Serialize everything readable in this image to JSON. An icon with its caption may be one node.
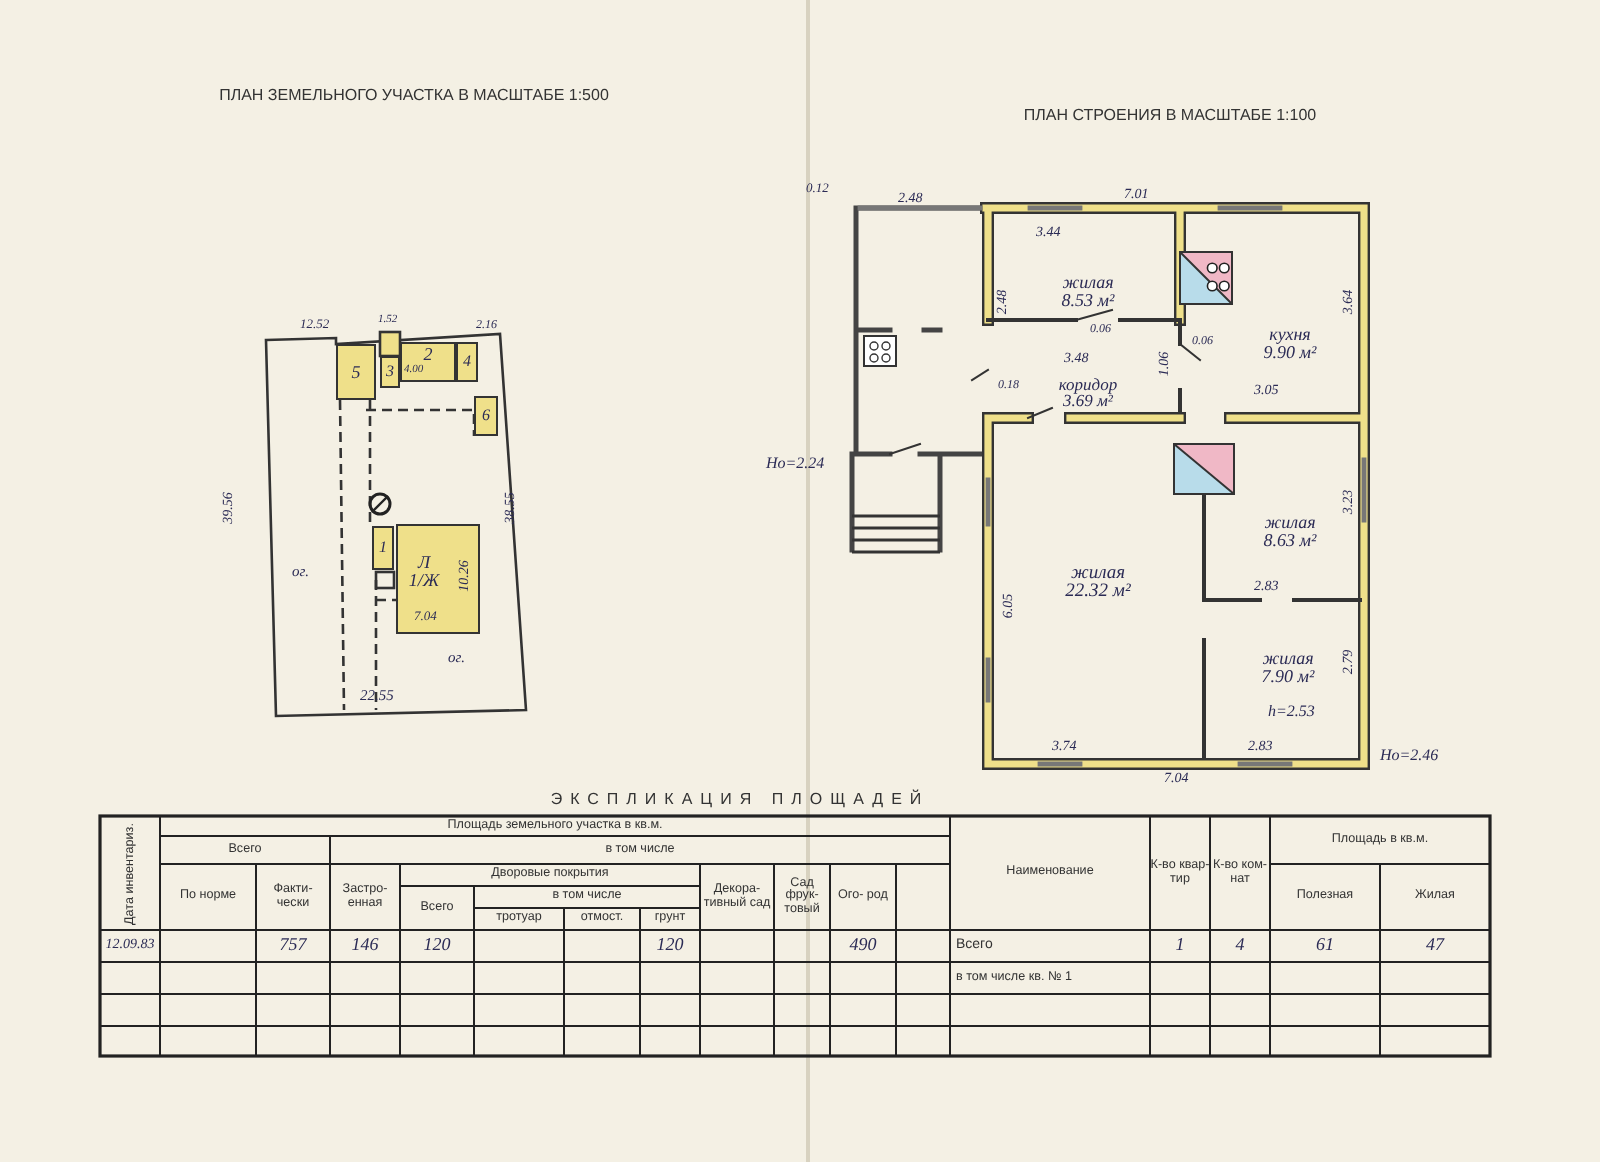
{
  "diagram": {
    "nodes": [
      {
        "text": [
          "5"
        ]
      },
      {
        "text": [
          "3"
        ]
      },
      {
        "text": [
          "2"
        ]
      },
      {
        "text": [
          "4"
        ]
      },
      {
        "text": [
          "6"
        ]
      },
      {
        "text": [
          "1"
        ]
      },
      {
        "text": [
          "Л",
          "1/Ж"
        ]
      },
      {
        "text": [
          "жилая",
          "8.53 м²"
        ]
      },
      {
        "text": [
          "кухня",
          "9.90 м²"
        ]
      },
      {
        "text": [
          "коридор",
          "3.69 м²"
        ]
      },
      {
        "text": [
          "жилая",
          "22.32 м²"
        ]
      },
      {
        "text": [
          "жилая",
          "8.63 м²"
        ]
      },
      {
        "text": [
          "жилая",
          "7.90 м²"
        ]
      }
    ],
    "labels": [
      "ПЛАН ЗЕМЕЛЬНОГО УЧАСТКА В МАСШТАБЕ 1:500",
      "ПЛАН СТРОЕНИЯ В МАСШТАБЕ 1:100",
      "12.52",
      "1.52",
      "2.16",
      "4.00",
      "39.56",
      "38.55",
      "ог.",
      "ог.",
      "22.55",
      "10.26",
      "7.04",
      "0.12",
      "2.48",
      "7.01",
      "3.44",
      "2.48",
      "0.06",
      "0.06",
      "3.48",
      "1.06",
      "0.18",
      "3.05",
      "3.64",
      "Но=2.24",
      "3.23",
      "6.05",
      "2.83",
      "2.79",
      "h=2.53",
      "3.74",
      "2.83",
      "7.04",
      "Но=2.46",
      "ЭКСПЛИКАЦИЯ ПЛОЩАДЕЙ",
      "Дата инвентариз.",
      "Площадь земельного участка в кв.м.",
      "Всего",
      "в том числе",
      "По норме",
      "Факти- чески",
      "Застро- енная",
      "Дворовые покрытия",
      "в том числе",
      "Всего",
      "тротуар",
      "отмост.",
      "грунт",
      "Декора- тивный сад",
      "Сад фрук- товый",
      "Ого- род",
      "Наименование",
      "К-во квар- тир",
      "К-во ком- нат",
      "Площадь в кв.м.",
      "Полезная",
      "Жилая",
      "12.09.83",
      "757",
      "146",
      "120",
      "120",
      "490",
      "Всего",
      "1",
      "4",
      "61",
      "47",
      "в том числе кв. № 1"
    ]
  }
}
